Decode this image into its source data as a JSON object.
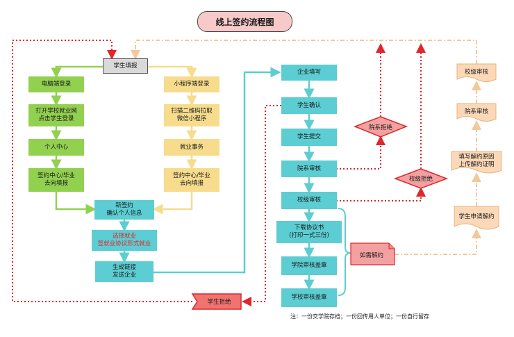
{
  "title": "线上签约流程图",
  "nodes": {
    "start": "学生填报",
    "pc_login": "电脑端登录",
    "pc_open": "打开学校就业网\n点击学生登录",
    "pc_center": "个人中心",
    "pc_sign": "签约中心/毕业\n去向填报",
    "mp_login": "小程序端登录",
    "mp_scan": "扫描二维码拉取\n微信小程序",
    "mp_affairs": "就业事务",
    "mp_sign": "签约中心/毕业\n去向填报",
    "new_sign": "新签约\n确认个人信息",
    "choose": "选择就业\n签就业协议形式就业",
    "gen_link": "生成链接\n发送企业",
    "student_reject": "学生拒绝",
    "ent_fill": "企业填写",
    "stu_confirm": "学生确认",
    "stu_submit": "学生提交",
    "dept_review": "院系审核",
    "school_review": "校级审核",
    "download": "下载协议书\n(打印一式三份)",
    "dept_seal": "学院审核盖章",
    "school_seal": "学校审核盖章",
    "dept_reject": "院系拒绝",
    "school_reject": "校级拒绝",
    "need_cancel": "如需解约",
    "apply_cancel": "学生申请解约",
    "fill_reason": "填写解约原因\n上传解约证明",
    "r_dept_review": "院系审核",
    "r_school_review": "校级审核"
  },
  "note": "注：一份交学院存档；一份回传用人单位；一份自行留存",
  "colors": {
    "green": "#92d050",
    "yellow": "#f6dc8c",
    "cyan": "#5ccdd2",
    "peach": "#fbd8b8",
    "pink": "#f3a0a0",
    "red": "#e0262a",
    "title_bg": "#f8c9c9",
    "grey": "#d9d9d9"
  }
}
